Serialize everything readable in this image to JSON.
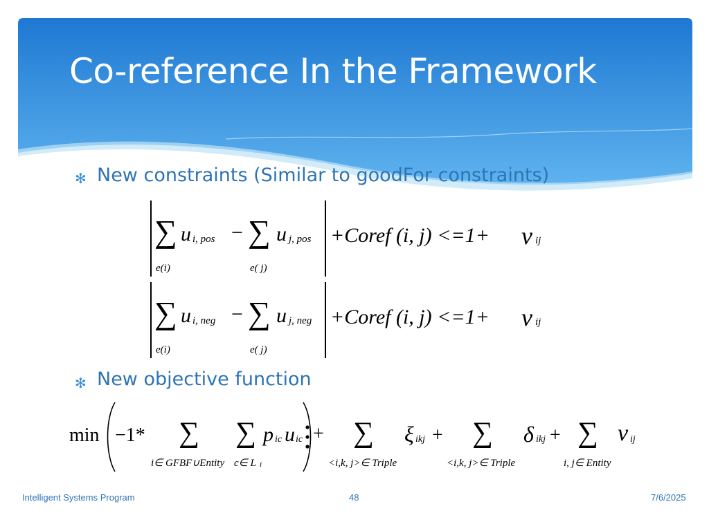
{
  "slide": {
    "title": "Co-reference In the Framework",
    "bullets": [
      {
        "icon": "asterisk-bullet-icon",
        "text": "New constraints (Similar to goodFor constraints)"
      },
      {
        "icon": "asterisk-bullet-icon",
        "text": "New objective function"
      }
    ],
    "equations": {
      "constraint_pos": {
        "sum1_term": "u",
        "sum1_sub": "i, pos",
        "sum1_index": "e(i)",
        "minus": "−",
        "sum2_term": "u",
        "sum2_sub": "j, pos",
        "sum2_index": "e( j)",
        "rhs": "+Coref (i, j) <=1+",
        "nu": "ν",
        "nu_sub": "ij"
      },
      "constraint_neg": {
        "sum1_term": "u",
        "sum1_sub": "i, neg",
        "sum1_index": "e(i)",
        "minus": "−",
        "sum2_term": "u",
        "sum2_sub": "j, neg",
        "sum2_index": "e( j)",
        "rhs": "+Coref (i, j) <=1+",
        "nu": "ν",
        "nu_sub": "ij"
      },
      "objective": {
        "min": "min",
        "coef": "−1*",
        "sum1_index": "i∈ GFBF∪Entity",
        "sum2_index": "c∈ L",
        "sum2_index_sub": "i",
        "p": "p",
        "p_sub": "ic",
        "u": "u",
        "u_sub": "ic",
        "plus": "+",
        "xi_index": "<i,k, j>∈ Triple",
        "xi": "ξ",
        "xi_sub": "ikj",
        "delta_index": "<i,k, j>∈ Triple",
        "delta": "δ",
        "delta_sub": "ikj",
        "nu_index": "i, j∈ Entity",
        "nu": "ν",
        "nu_sub": "ij"
      }
    },
    "footer": {
      "left": "Intelligent Systems Program",
      "center": "48",
      "right": "7/6/2025"
    },
    "colors": {
      "banner_top": "#1e78d2",
      "banner_bottom": "#5fb3ee",
      "title": "#ffffff",
      "bullet_text": "#2e74b5",
      "bullet_icon": "#3a8fd8"
    }
  }
}
